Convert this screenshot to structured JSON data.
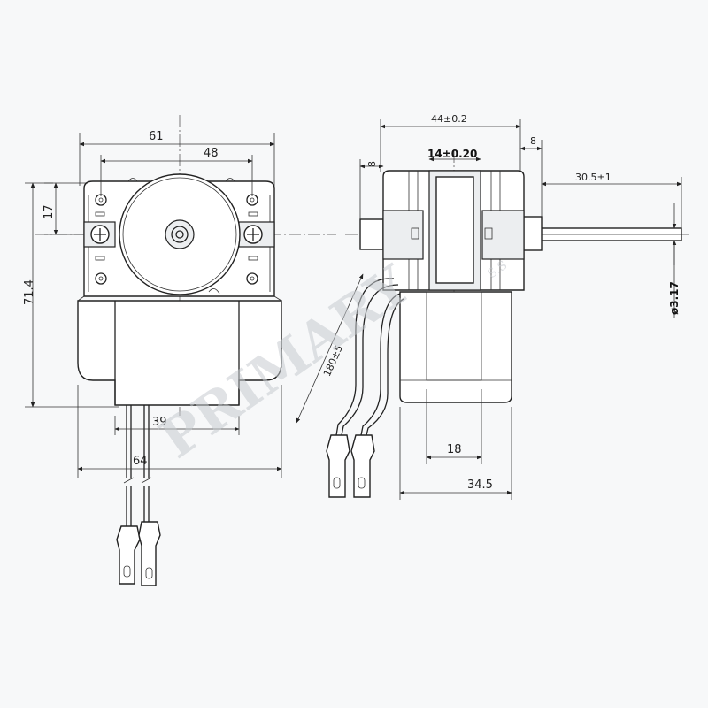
{
  "watermark": {
    "brand": "PRIMARY",
    "suffix": "S.S"
  },
  "front_view": {
    "dim_width_outer": "61",
    "dim_width_holes": "48",
    "dim_height_top": "17",
    "dim_height_total": "71.4",
    "dim_core_width": "39",
    "dim_base_width": "64"
  },
  "side_view": {
    "dim_total_length": "44±0.2",
    "dim_right_offset": "8",
    "dim_left_offset": "8",
    "dim_bracket_width": "14±0.20",
    "dim_shaft_length": "30.5±1",
    "dim_shaft_diameter": "ø3.17",
    "dim_lead_length": "180±5",
    "dim_coil_width": "18",
    "dim_coil_length": "34.5"
  }
}
